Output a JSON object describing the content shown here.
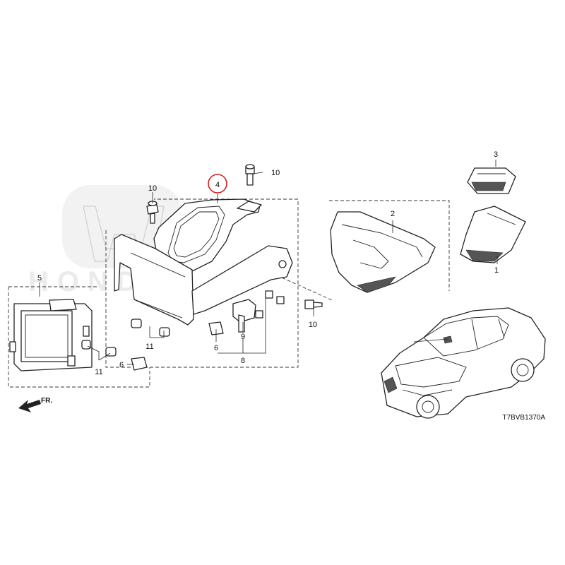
{
  "diagram_code": "T7BVB1370A",
  "front_label": "FR.",
  "highlight_color": "#d62020",
  "callouts": [
    {
      "id": "c1",
      "text": "1"
    },
    {
      "id": "c2",
      "text": "2"
    },
    {
      "id": "c3",
      "text": "3"
    },
    {
      "id": "c4",
      "text": "4",
      "highlighted": true
    },
    {
      "id": "c5",
      "text": "5"
    },
    {
      "id": "c6a",
      "text": "6"
    },
    {
      "id": "c6b",
      "text": "6"
    },
    {
      "id": "c8",
      "text": "8"
    },
    {
      "id": "c9",
      "text": "9"
    },
    {
      "id": "c10a",
      "text": "10"
    },
    {
      "id": "c10b",
      "text": "10"
    },
    {
      "id": "c10c",
      "text": "10"
    },
    {
      "id": "c11a",
      "text": "11"
    },
    {
      "id": "c11b",
      "text": "11"
    }
  ],
  "icons": [
    "honda-logo-watermark-icon",
    "front-direction-arrow-icon",
    "vehicle-icon"
  ]
}
